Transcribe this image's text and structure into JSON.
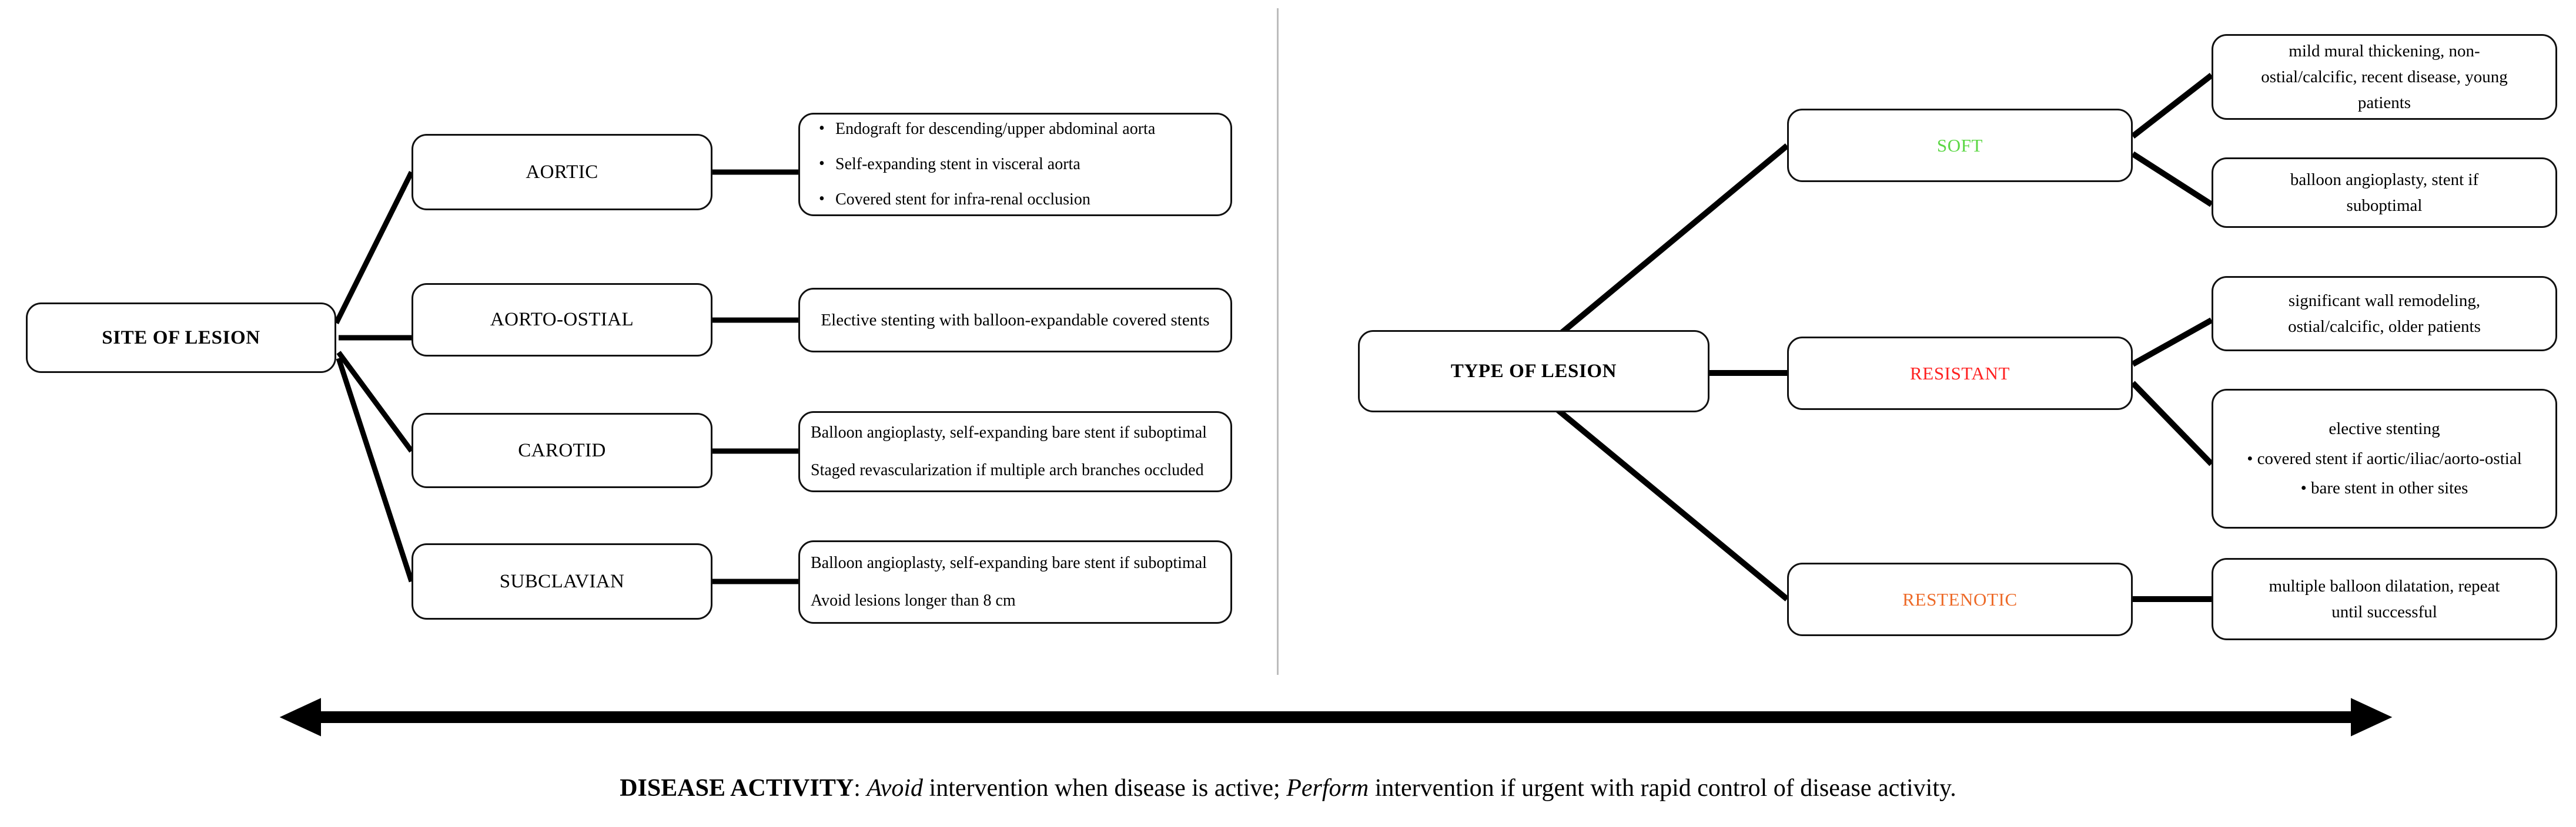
{
  "diagram": {
    "left_panel": {
      "root": {
        "label": "SITE OF LESION"
      },
      "branches": [
        {
          "category": "AORTIC",
          "detail_type": "bullets",
          "detail_lines": [
            "Endograft for descending/upper abdominal aorta",
            "Self-expanding stent in visceral aorta",
            "Covered stent for infra-renal occlusion"
          ]
        },
        {
          "category": "AORTO-OSTIAL",
          "detail_type": "single",
          "detail_lines": [
            "Elective stenting with balloon-expandable covered stents"
          ]
        },
        {
          "category": "CAROTID",
          "detail_type": "stack",
          "detail_lines": [
            "Balloon angioplasty, self-expanding bare stent if suboptimal",
            "Staged revascularization if multiple arch branches occluded"
          ]
        },
        {
          "category": "SUBCLAVIAN",
          "detail_type": "stack",
          "detail_lines": [
            "Balloon angioplasty, self-expanding bare stent if suboptimal",
            "Avoid lesions longer than 8 cm"
          ]
        }
      ]
    },
    "right_panel": {
      "root": {
        "label": "TYPE OF LESION"
      },
      "branches": [
        {
          "category": "SOFT",
          "category_color": "#5BD744",
          "details": [
            {
              "type": "wrapped",
              "lines": [
                "mild mural thickening, non-",
                "ostial/calcific, recent disease, young",
                "patients"
              ]
            },
            {
              "type": "wrapped",
              "lines": [
                "balloon angioplasty, stent if",
                "suboptimal"
              ]
            }
          ]
        },
        {
          "category": "RESISTANT",
          "category_color": "#FF2020",
          "details": [
            {
              "type": "wrapped",
              "lines": [
                "significant wall remodeling,",
                "ostial/calcific, older patients"
              ]
            },
            {
              "type": "centered-bullets",
              "lines": [
                "elective stenting",
                "•  covered stent if aortic/iliac/aorto-ostial",
                "•  bare stent in other sites"
              ]
            }
          ]
        },
        {
          "category": "RESTENOTIC",
          "category_color": "#ED6A28",
          "details": [
            {
              "type": "wrapped",
              "lines": [
                "multiple balloon dilatation, repeat",
                "until successful"
              ]
            }
          ]
        }
      ]
    },
    "caption": {
      "strong": "DISEASE ACTIVITY",
      "after_strong": ": ",
      "em1": "Avoid",
      "mid": " intervention when disease is active; ",
      "em2": "Perform",
      "tail": " intervention if urgent with rapid control of disease activity."
    },
    "scale_arrow": {
      "name": "double-headed-arrow"
    }
  }
}
